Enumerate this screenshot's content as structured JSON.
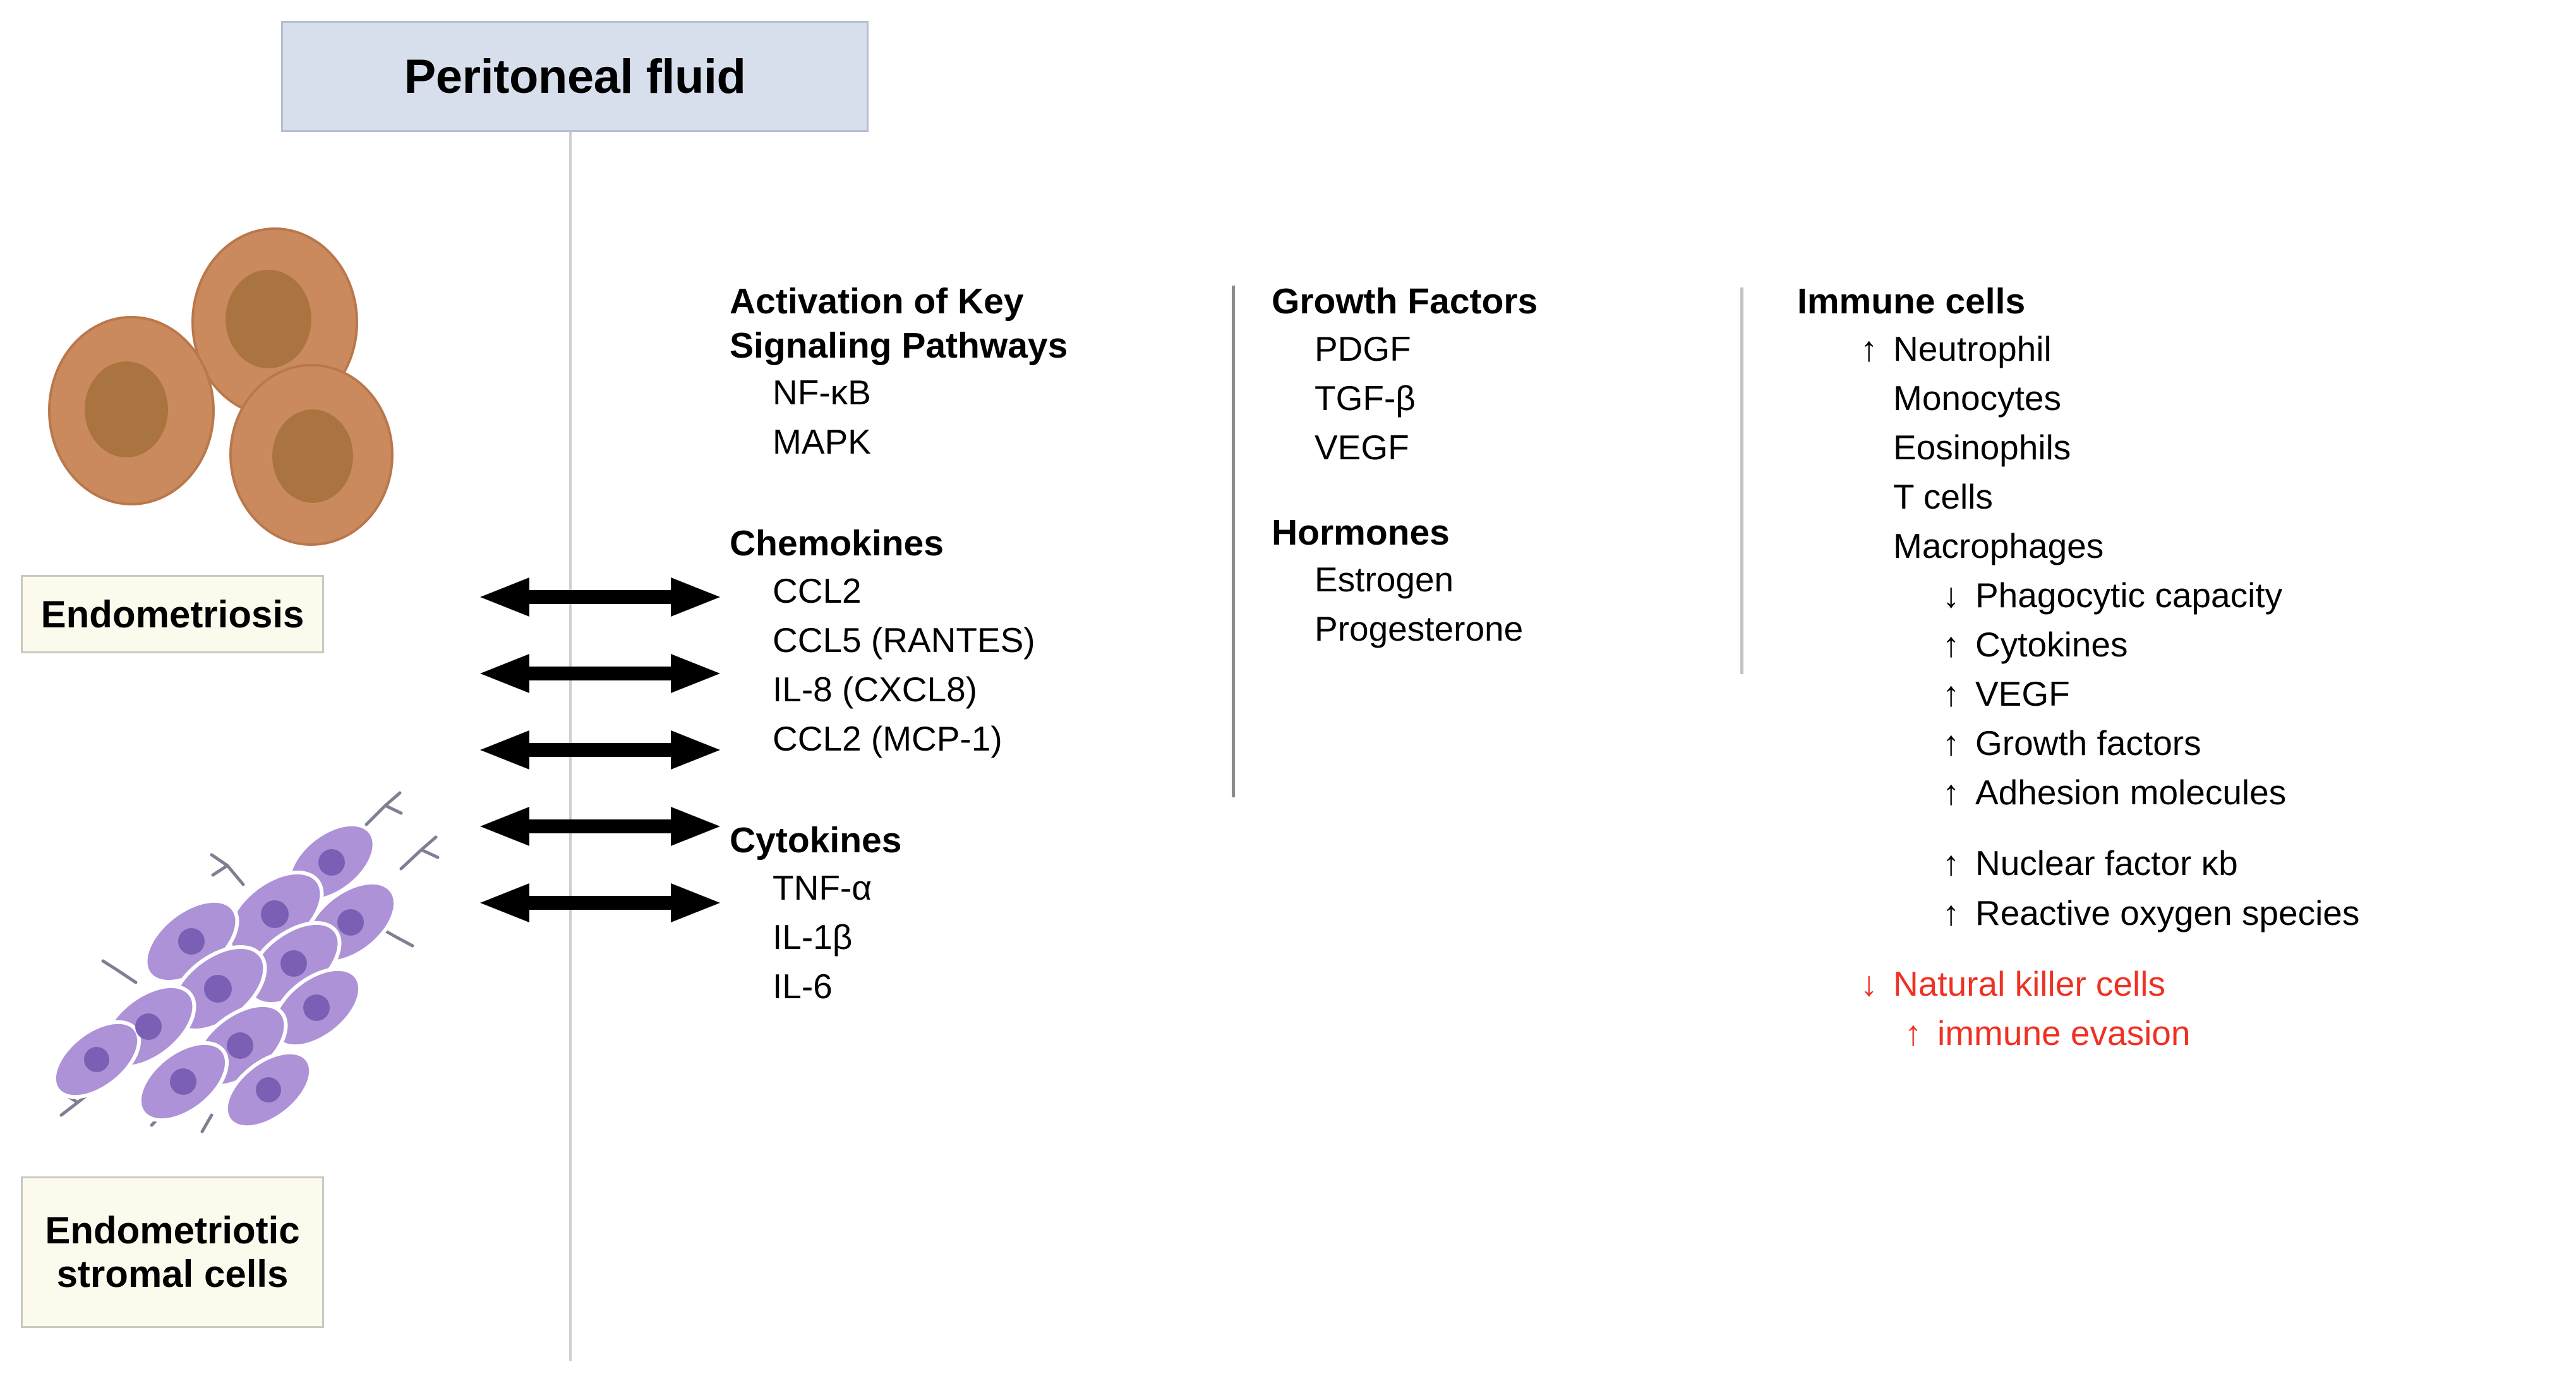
{
  "header": {
    "title": "Peritoneal fluid"
  },
  "left": {
    "cells_round_name": "endometriosis-cells-illustration",
    "cells_stromal_name": "endometriotic-stromal-cells-illustration",
    "label_endometriosis": "Endometriosis",
    "label_stromal_line1": "Endometriotic",
    "label_stromal_line2": "stromal cells",
    "arrow_count": 5
  },
  "arrows": {
    "symbol": "↔",
    "description": "bidirectional-arrow"
  },
  "glyphs": {
    "up": "↑",
    "down": "↓"
  },
  "columns": [
    {
      "id": "col-1",
      "groups": [
        {
          "heading": "Activation of Key\nSignaling Pathways",
          "items": [
            "NF-κB",
            "MAPK"
          ]
        },
        {
          "heading": "Chemokines",
          "items": [
            "CCL2",
            "CCL5 (RANTES)",
            "IL-8 (CXCL8)",
            "CCL2 (MCP-1)"
          ]
        },
        {
          "heading": "Cytokines",
          "items": [
            "TNF-α",
            "IL-1β",
            "IL-6"
          ]
        }
      ]
    },
    {
      "id": "col-2",
      "groups": [
        {
          "heading": "Growth Factors",
          "items": [
            "PDGF",
            "TGF-β",
            "VEGF"
          ]
        },
        {
          "heading": "Hormones",
          "items": [
            "Estrogen",
            "Progesterone"
          ]
        }
      ]
    }
  ],
  "immune": {
    "heading": "Immune cells",
    "cells": [
      {
        "arrow": "↑",
        "label": "Neutrophil"
      },
      {
        "arrow": "",
        "label": "Monocytes"
      },
      {
        "arrow": "",
        "label": "Eosinophils"
      },
      {
        "arrow": "",
        "label": "T cells"
      },
      {
        "arrow": "",
        "label": "Macrophages"
      }
    ],
    "macrophage_effects": [
      {
        "arrow": "↓",
        "label": "Phagocytic capacity"
      },
      {
        "arrow": "↑",
        "label": "Cytokines"
      },
      {
        "arrow": "↑",
        "label": "VEGF"
      },
      {
        "arrow": "↑",
        "label": "Growth factors"
      },
      {
        "arrow": "↑",
        "label": "Adhesion molecules"
      }
    ],
    "secondary_effects": [
      {
        "arrow": "↑",
        "label": "Nuclear factor κb"
      },
      {
        "arrow": "↑",
        "label": "Reactive oxygen species"
      }
    ],
    "highlighted": [
      {
        "arrow": "↓",
        "label": "Natural killer cells",
        "color": "#ef3124"
      },
      {
        "arrow": "↑",
        "label": "immune evasion",
        "color": "#ef3124"
      }
    ]
  },
  "colors": {
    "header_box_bg": "#d7dfed",
    "header_box_border": "#b6bfcd",
    "left_box_bg": "#fbfaec",
    "left_box_border": "#c9c9c3",
    "spine": "#cfcfcf",
    "divider": "#8c8c8c",
    "highlight_red": "#ef3124",
    "cell_body_brown": "#c98a5f",
    "cell_nucleus_brown": "#a9743f",
    "stromal_body_purple": "#a98fd6",
    "stromal_nucleus_purple": "#7a5fb5"
  }
}
